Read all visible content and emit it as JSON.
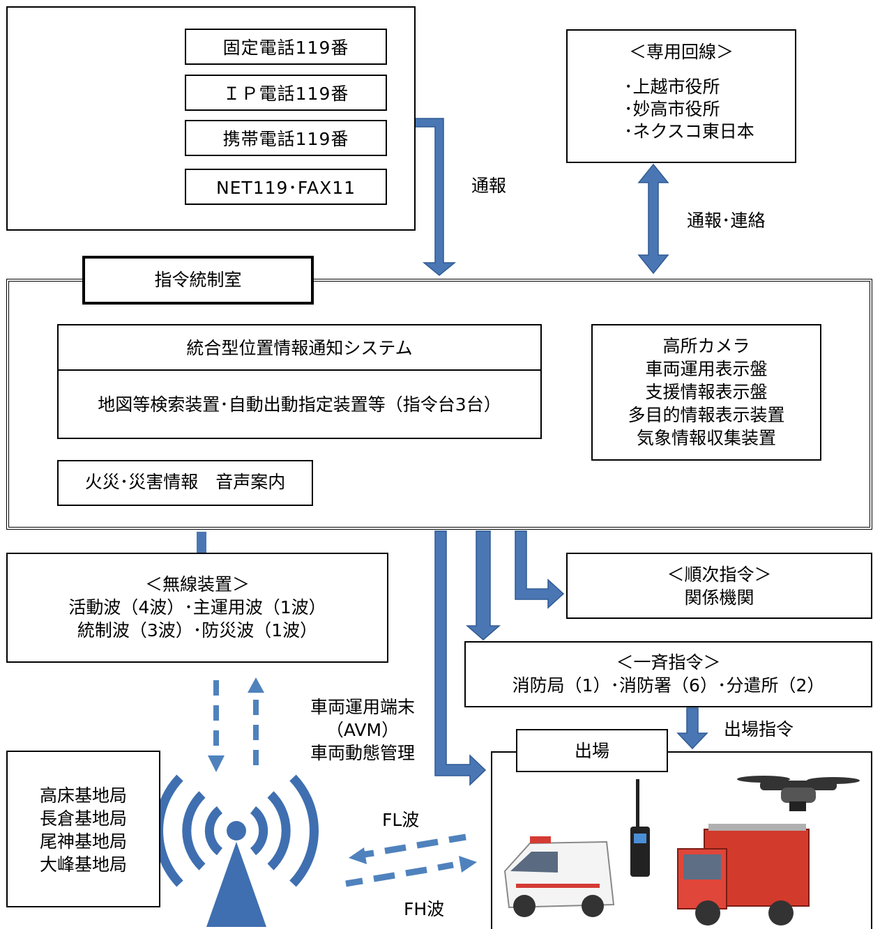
{
  "phone_box": {
    "items": [
      "固定電話119番",
      "ＩＰ電話119番",
      "携帯電話119番",
      "NET119･FAX11"
    ]
  },
  "dedicated_line": {
    "title": "＜専用回線＞",
    "items": [
      "･上越市役所",
      "･妙高市役所",
      "･ネクスコ東日本"
    ]
  },
  "labels": {
    "report": "通報",
    "report_contact": "通報･連絡",
    "vehicle_terminal": [
      "車両運用端末",
      "（AVM）",
      "車両動態管理"
    ],
    "fl_wave": "FL波",
    "fh_wave": "FH波",
    "dispatch_order": "出場指令"
  },
  "command_room": {
    "title": "指令統制室",
    "integrated_system": {
      "title": "統合型位置情報通知システム",
      "detail": "地図等検索装置･自動出動指定装置等（指令台3台）"
    },
    "fire_info": "火災･災害情報　音声案内",
    "equipment": [
      "高所カメラ",
      "車両運用表示盤",
      "支援情報表示盤",
      "多目的情報表示装置",
      "気象情報収集装置"
    ]
  },
  "radio": {
    "title": "＜無線装置＞",
    "lines": [
      "活動波（4波）･主運用波（1波）",
      "統制波（3波）･防災波（1波）"
    ]
  },
  "sequential": {
    "title": "＜順次指令＞",
    "detail": "関係機関"
  },
  "simultaneous": {
    "title": "＜一斉指令＞",
    "detail": "消防局（1）･消防署（6）･分遣所（2）"
  },
  "base_stations": [
    "高床基地局",
    "長倉基地局",
    "尾神基地局",
    "大峰基地局"
  ],
  "dispatch": {
    "title": "出場"
  },
  "colors": {
    "arrow_blue": "#4a77b4",
    "dash_blue": "#4f82bd",
    "antenna_blue": "#3f6fb0"
  }
}
